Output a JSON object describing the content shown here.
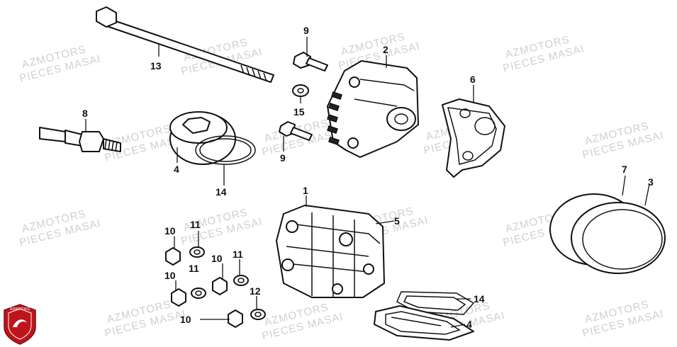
{
  "watermark": {
    "line1": "AZMOTORS",
    "line2": "PIECES MASAI"
  },
  "logo": {
    "text": "AZMOTORS",
    "color": "#c0141c"
  },
  "callouts": [
    "9",
    "2",
    "13",
    "6",
    "8",
    "15",
    "9",
    "4",
    "14",
    "7",
    "3",
    "1",
    "5",
    "10",
    "11",
    "10",
    "11",
    "11",
    "10",
    "12",
    "10",
    "14",
    "4"
  ],
  "colors": {
    "line": "#111111",
    "watermark": "#cfcfcf",
    "brand": "#c0141c"
  }
}
